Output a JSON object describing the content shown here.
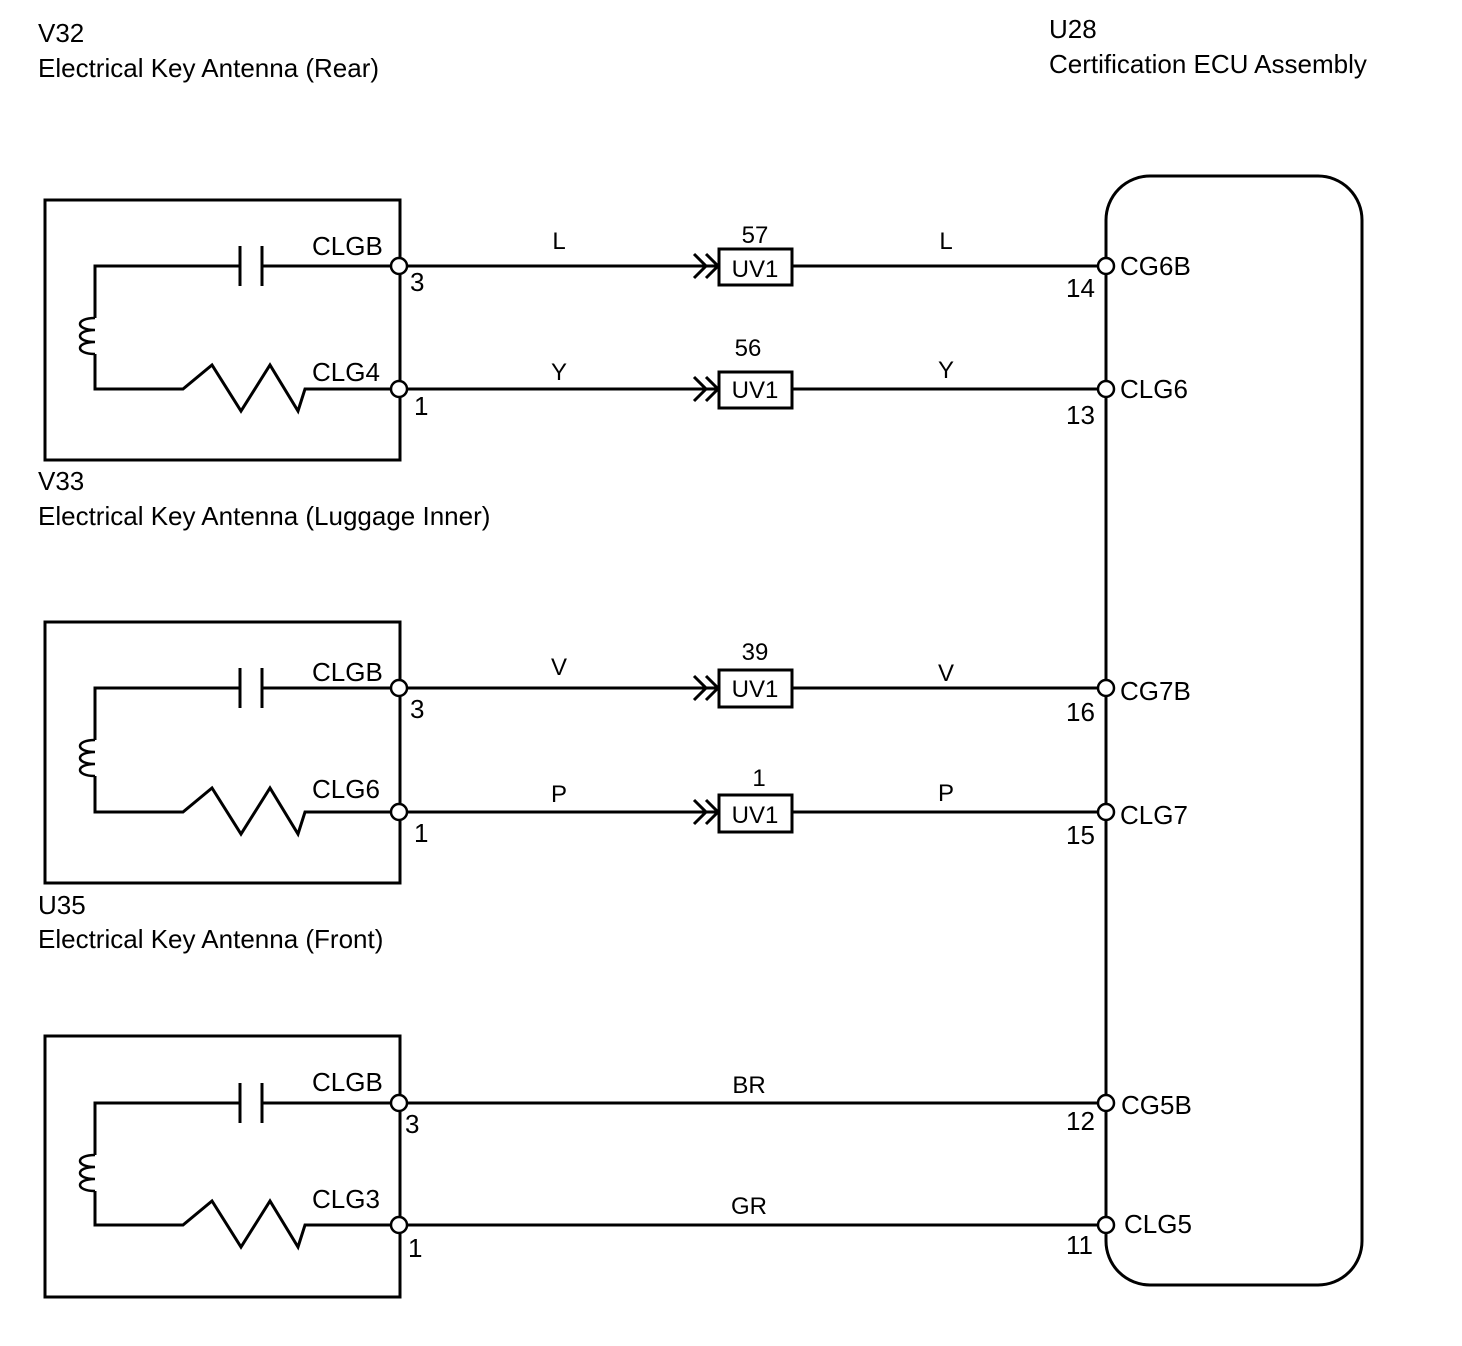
{
  "components": {
    "ecu": {
      "id": "U28",
      "name": "Certification ECU Assembly"
    },
    "rear": {
      "id": "V32",
      "name": "Electrical Key Antenna (Rear)"
    },
    "luggage": {
      "id": "V33",
      "name": "Electrical Key Antenna (Luggage Inner)"
    },
    "front": {
      "id": "U35",
      "name": "Electrical Key Antenna (Front)"
    }
  },
  "antenna_blocks": [
    {
      "top_terminal": {
        "name": "CLGB",
        "pin": "3"
      },
      "bottom_terminal": {
        "name": "CLG4",
        "pin": "1"
      }
    },
    {
      "top_terminal": {
        "name": "CLGB",
        "pin": "3"
      },
      "bottom_terminal": {
        "name": "CLG6",
        "pin": "1"
      }
    },
    {
      "top_terminal": {
        "name": "CLGB",
        "pin": "3"
      },
      "bottom_terminal": {
        "name": "CLG3",
        "pin": "1"
      }
    }
  ],
  "wires": [
    {
      "left_color": "L",
      "right_color": "L",
      "connector": "UV1",
      "connector_pin": "57",
      "ecu_terminal": "CG6B",
      "ecu_pin": "14"
    },
    {
      "left_color": "Y",
      "right_color": "Y",
      "connector": "UV1",
      "connector_pin": "56",
      "ecu_terminal": "CLG6",
      "ecu_pin": "13"
    },
    {
      "left_color": "V",
      "right_color": "V",
      "connector": "UV1",
      "connector_pin": "39",
      "ecu_terminal": "CG7B",
      "ecu_pin": "16"
    },
    {
      "left_color": "P",
      "right_color": "P",
      "connector": "UV1",
      "connector_pin": "1",
      "ecu_terminal": "CLG7",
      "ecu_pin": "15"
    },
    {
      "color": "BR",
      "ecu_terminal": "CG5B",
      "ecu_pin": "12"
    },
    {
      "color": "GR",
      "ecu_terminal": "CLG5",
      "ecu_pin": "11"
    }
  ]
}
